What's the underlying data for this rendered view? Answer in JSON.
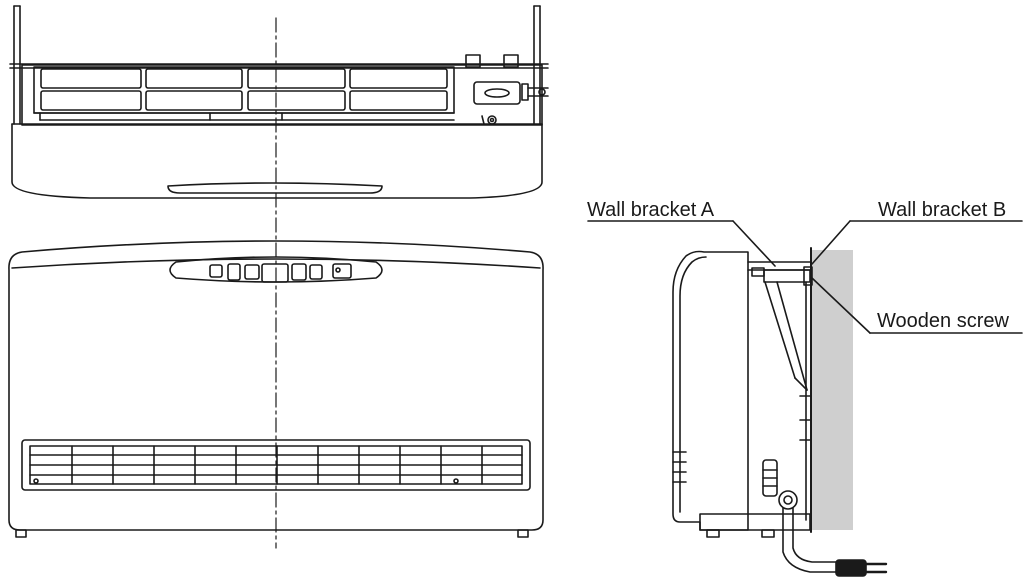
{
  "labels": {
    "wall_bracket_a": "Wall bracket A",
    "wall_bracket_b": "Wall bracket B",
    "wooden_screw": "Wooden screw"
  },
  "colors": {
    "line": "#1a1a1a",
    "wall_fill": "#cfcfcf",
    "background": "#ffffff"
  }
}
